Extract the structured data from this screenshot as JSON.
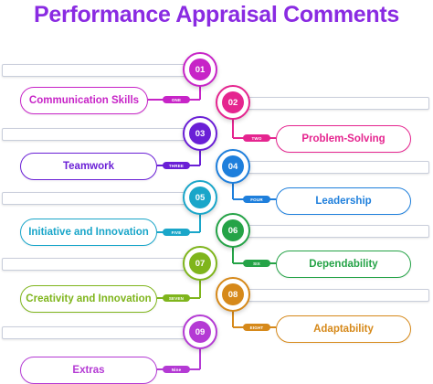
{
  "title": "Performance Appraisal Comments",
  "title_color": "#8a2be2",
  "items": [
    {
      "number": "01",
      "tag": "ONE",
      "label": "Communication Skills",
      "color": "#c724c7"
    },
    {
      "number": "02",
      "tag": "TWO",
      "label": "Problem-Solving",
      "color": "#e5258f"
    },
    {
      "number": "03",
      "tag": "THREE",
      "label": "Teamwork",
      "color": "#6a1fd6"
    },
    {
      "number": "04",
      "tag": "FOUR",
      "label": "Leadership",
      "color": "#1e7fdc"
    },
    {
      "number": "05",
      "tag": "FIVE",
      "label": "Initiative and Innovation",
      "color": "#1aa6c9"
    },
    {
      "number": "06",
      "tag": "SIX",
      "label": "Dependability",
      "color": "#25a347"
    },
    {
      "number": "07",
      "tag": "SEVEN",
      "label": "Creativity and Innovation",
      "color": "#7fb51c"
    },
    {
      "number": "08",
      "tag": "EIGHT",
      "label": "Adaptability",
      "color": "#d6891a"
    },
    {
      "number": "09",
      "tag": "Nine",
      "label": "Extras",
      "color": "#b43ad4"
    }
  ]
}
